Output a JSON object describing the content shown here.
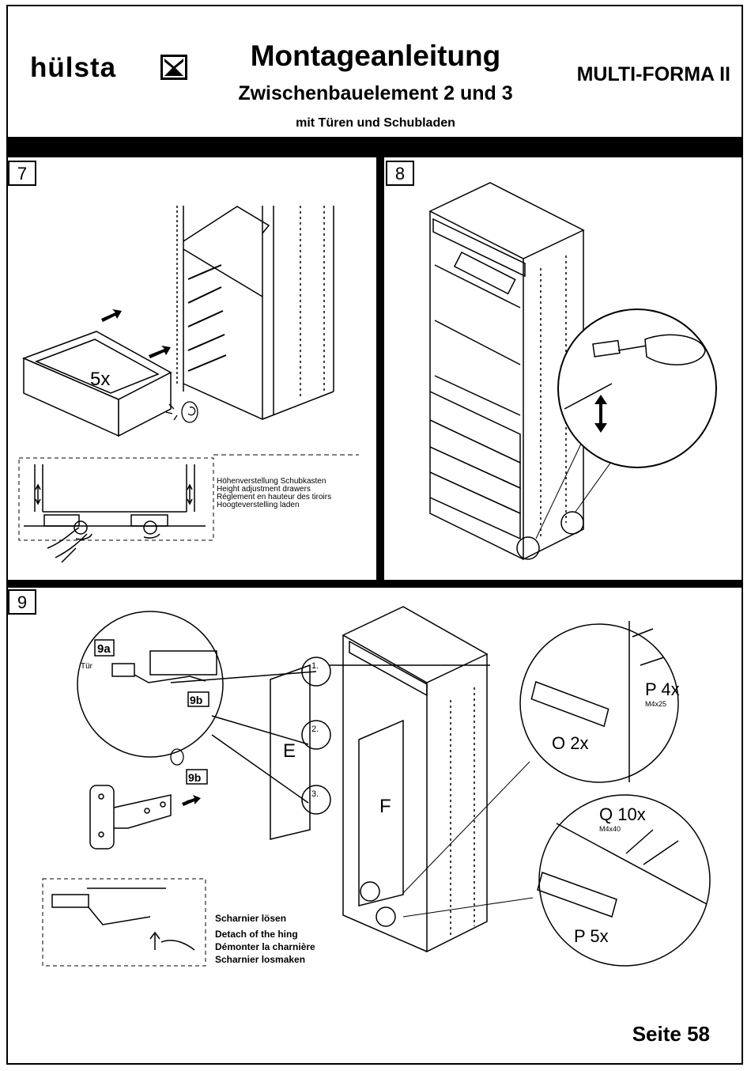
{
  "header": {
    "brand": "hülsta",
    "title": "Montageanleitung",
    "subtitle": "Zwischenbauelement 2 und 3",
    "subline": "mit Türen und Schubladen",
    "product": "MULTI-FORMA II"
  },
  "steps": {
    "s7": {
      "number": "7",
      "drawer_count": "5x",
      "height_adjust": [
        "Höhenverstellung Schubkasten",
        "Height adjustment drawers",
        "Réglement en hauteur des tiroirs",
        "Hoogteverstelling laden"
      ]
    },
    "s8": {
      "number": "8"
    },
    "s9": {
      "number": "9",
      "label_9a": "9a",
      "label_9b": "9b",
      "label_tur": "Tür",
      "door_left": "E",
      "door_right": "F",
      "hinge_1": "1.",
      "hinge_2": "2.",
      "hinge_3": "3.",
      "part_o": "O 2x",
      "part_p4": "P 4x",
      "part_p4_size": "M4x25",
      "part_q": "Q 10x",
      "part_q_size": "M4x40",
      "part_p5": "P 5x",
      "detach": [
        "Scharnier lösen",
        "Detach of the hing",
        "Démonter la charnière",
        "Scharnier losmaken"
      ]
    }
  },
  "footer": {
    "page": "Seite 58"
  }
}
